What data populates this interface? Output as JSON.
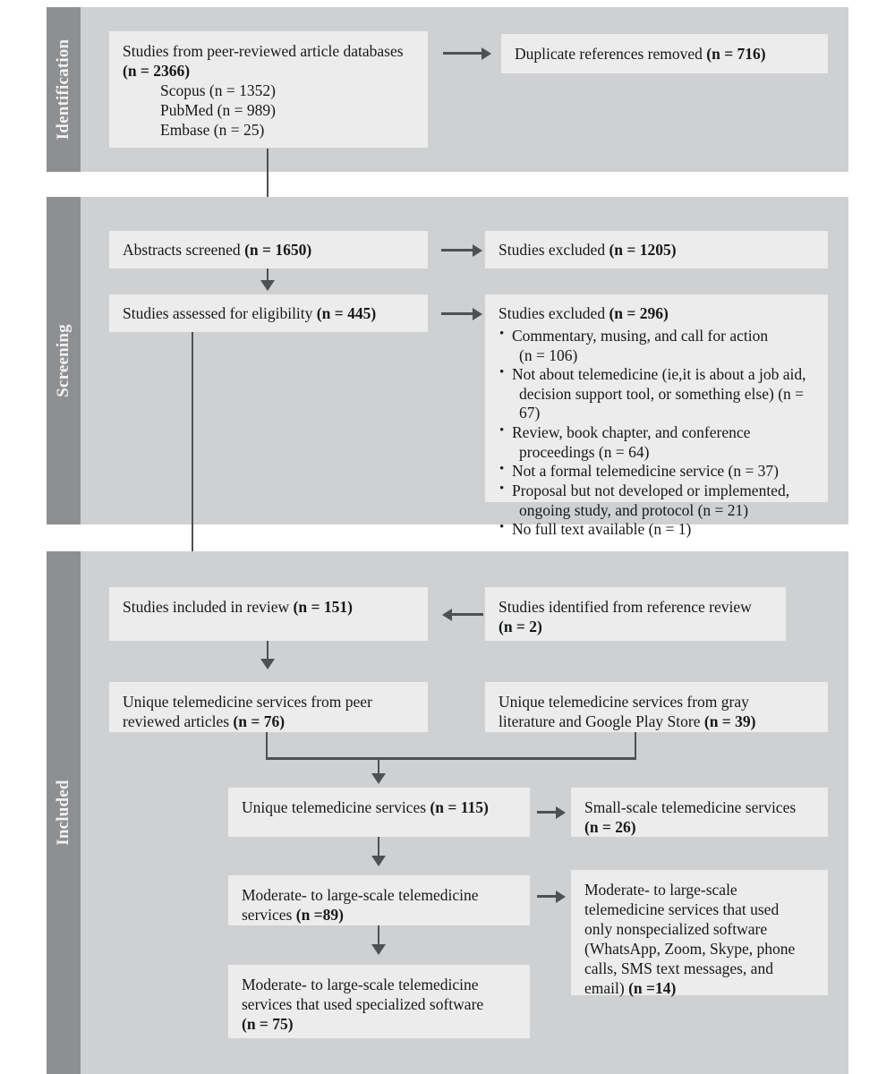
{
  "diagram": {
    "title": "PRISMA study selection flow diagram",
    "colors": {
      "band_background": "#cfd0d2",
      "band_tab": "#8e8f91",
      "box_background": "#ececec",
      "connector": "#4e5052",
      "page_background": "#ffffff",
      "tab_text": "#f2f2f2"
    }
  },
  "stages": [
    {
      "id": "identification",
      "label": "Identification"
    },
    {
      "id": "screening",
      "label": "Screening"
    },
    {
      "id": "included",
      "label": "Included"
    }
  ],
  "boxes": {
    "sources": {
      "line1": "Studies from peer-reviewed article",
      "line2_prefix": "databases ",
      "line2_count": "(n = 2366)",
      "sub1": "Scopus (n = 1352)",
      "sub2": "PubMed (n = 989)",
      "sub3": "Embase (n = 25)"
    },
    "duplicates": {
      "text_prefix": "Duplicate references removed ",
      "count": "(n = 716)"
    },
    "abstracts_screened": {
      "text_prefix": "Abstracts screened ",
      "count": "(n = 1650)"
    },
    "excluded_abstracts": {
      "text_prefix": "Studies excluded ",
      "count": "(n = 1205)"
    },
    "eligibility": {
      "text_prefix": "Studies assessed for eligibility ",
      "count": "(n = 445)"
    },
    "excluded_full": {
      "heading_prefix": "Studies excluded ",
      "heading_count": "(n = 296)",
      "reasons": [
        {
          "text": "Commentary, musing, and call for action",
          "cont": "(n = 106)"
        },
        {
          "text": "Not about telemedicine (ie,it is about a job aid,",
          "cont": "decision support tool, or something else) (n = 67)"
        },
        {
          "text": "Review, book chapter, and conference",
          "cont": "proceedings (n = 64)"
        },
        {
          "text": "Not a formal telemedicine service (n = 37)",
          "cont": ""
        },
        {
          "text": "Proposal but not developed or implemented,",
          "cont": "ongoing study, and protocol (n = 21)"
        },
        {
          "text": "No full text available (n = 1)",
          "cont": ""
        }
      ]
    },
    "included_review": {
      "text_prefix": "Studies included in review ",
      "count": "(n = 151)"
    },
    "reference_review": {
      "line1": "Studies identified from reference review",
      "count": "(n = 2)"
    },
    "unique_peer": {
      "line1": "Unique telemedicine services from peer",
      "line2_prefix": "reviewed articles ",
      "count": "(n = 76)"
    },
    "unique_gray": {
      "line1": "Unique telemedicine services from gray",
      "line2_prefix": "literature and Google Play Store ",
      "count": "(n = 39)"
    },
    "unique_all": {
      "text_prefix": "Unique telemedicine services ",
      "count": "(n = 115)"
    },
    "small_scale": {
      "line1": "Small-scale telemedicine services",
      "count": "(n = 26)"
    },
    "moderate_large": {
      "line1": "Moderate- to large-scale telemedicine",
      "line2_prefix": "services ",
      "count": "(n =89)"
    },
    "nonspecialized": {
      "line1": "Moderate- to large-scale",
      "line2": "telemedicine services that used",
      "line3": "only nonspecialized software",
      "line4": "(WhatsApp, Zoom, Skype, phone",
      "line5": "calls, SMS text messages, and",
      "line6_prefix": "email) ",
      "count": "(n =14)"
    },
    "specialized": {
      "line1": "Moderate- to large-scale telemedicine",
      "line2": "services that used specialized software",
      "count": "(n = 75)"
    }
  },
  "flow_counts": {
    "records_identified": 2366,
    "scopus": 1352,
    "pubmed": 989,
    "embase": 25,
    "duplicates_removed": 716,
    "abstracts_screened": 1650,
    "excluded_at_abstract": 1205,
    "assessed_for_eligibility": 445,
    "excluded_at_full_text": 296,
    "included_in_review": 151,
    "from_reference_review": 2,
    "unique_services_peer_reviewed": 76,
    "unique_services_gray": 39,
    "unique_services_total": 115,
    "small_scale_services": 26,
    "moderate_large_services": 89,
    "nonspecialized_software": 14,
    "specialized_software": 75
  }
}
